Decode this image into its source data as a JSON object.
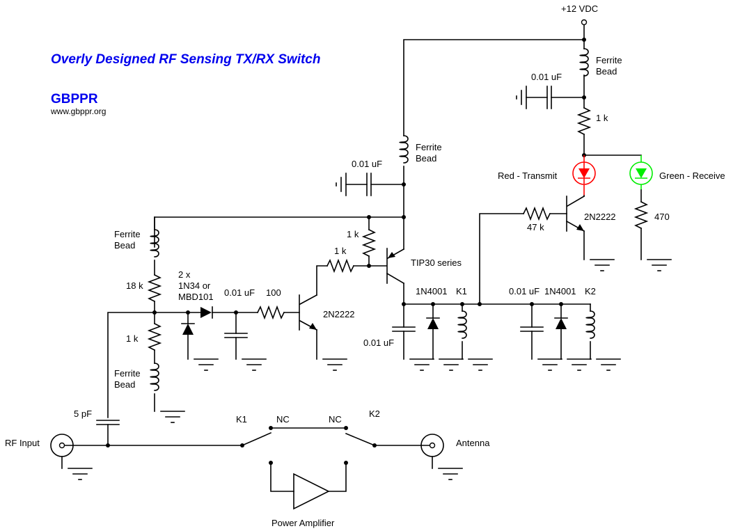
{
  "title": "Overly Designed RF Sensing TX/RX Switch",
  "brand": "GBPPR",
  "url": "www.gbppr.org",
  "colors": {
    "title": "#0000ee",
    "led_red": "#ff0000",
    "led_green": "#00ee00",
    "wire": "#000000"
  },
  "labels": {
    "supply": "+12 VDC",
    "fb_top": [
      "Ferrite",
      "Bead"
    ],
    "cap_top": "0.01 uF",
    "r_top": "1 k",
    "led_red": "Red - Transmit",
    "led_green": "Green - Receive",
    "r_47k": "47 k",
    "q_led": "2N2222",
    "r_470": "470",
    "fb_mid": [
      "Ferrite",
      "Bead"
    ],
    "cap_mid": "0.01 uF",
    "r_1k_a": "1 k",
    "r_1k_b": "1 k",
    "q_tip": "TIP30 series",
    "fb_left": [
      "Ferrite",
      "Bead"
    ],
    "r_18k": "18 k",
    "diodes": [
      "2 x",
      "1N34 or",
      "MBD101"
    ],
    "cap_det": "0.01 uF",
    "r_100": "100",
    "q_drv": "2N2222",
    "cap_relay": "0.01 uF",
    "d_k1": "1N4001",
    "k1": "K1",
    "cap_k2": "0.01 uF",
    "d_k2": "1N4001",
    "k2": "K2",
    "r_1k_bot": "1 k",
    "fb_bot": [
      "Ferrite",
      "Bead"
    ],
    "cap_5p": "5 pF",
    "rf_in": "RF Input",
    "sw_k1": "K1",
    "nc1": "NC",
    "nc2": "NC",
    "sw_k2": "K2",
    "antenna": "Antenna",
    "pa": "Power Amplifier"
  }
}
